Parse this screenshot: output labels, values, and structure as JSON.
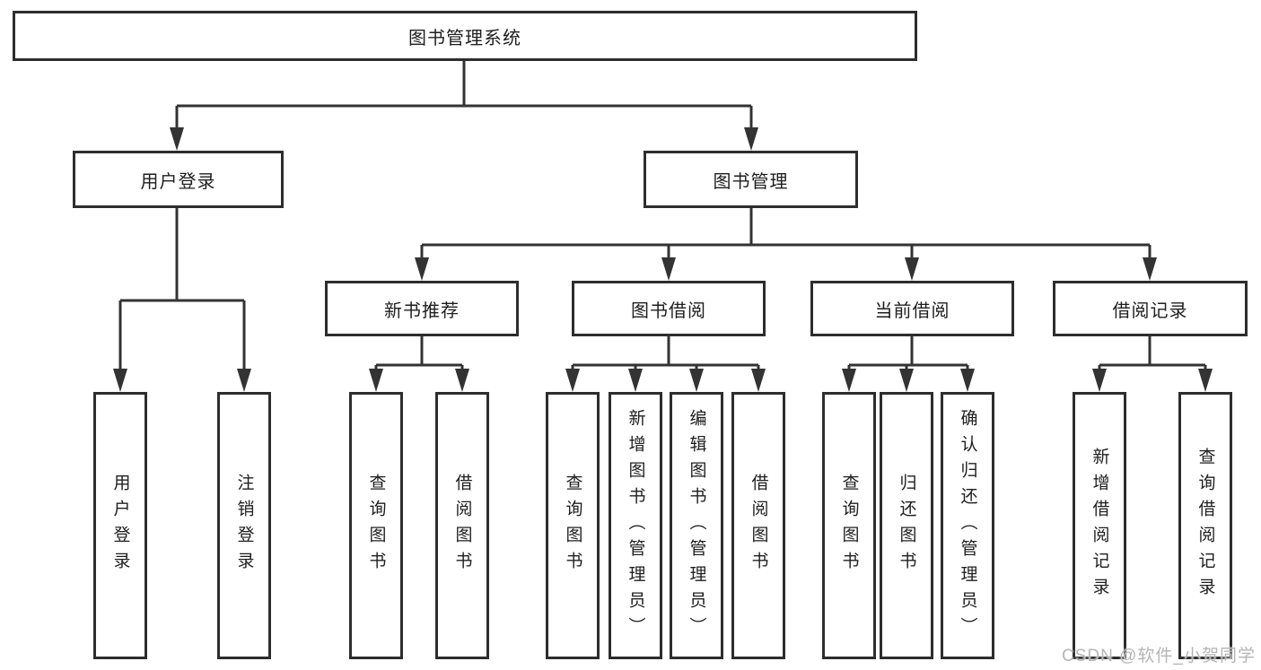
{
  "tree": {
    "root": {
      "label": "图书管理系统"
    },
    "children": [
      {
        "label": "用户登录",
        "children": [
          {
            "label": "用户登录"
          },
          {
            "label": "注销登录"
          }
        ]
      },
      {
        "label": "图书管理",
        "children": [
          {
            "label": "新书推荐",
            "children": [
              {
                "label": "查询图书"
              },
              {
                "label": "借阅图书"
              }
            ]
          },
          {
            "label": "图书借阅",
            "children": [
              {
                "label": "查询图书"
              },
              {
                "label": "新增图书（管理员）"
              },
              {
                "label": "编辑图书（管理员）"
              },
              {
                "label": "借阅图书"
              }
            ]
          },
          {
            "label": "当前借阅",
            "children": [
              {
                "label": "查询图书"
              },
              {
                "label": "归还图书"
              },
              {
                "label": "确认归还（管理员）"
              }
            ]
          },
          {
            "label": "借阅记录",
            "children": [
              {
                "label": "新增借阅记录"
              },
              {
                "label": "查询借阅记录"
              }
            ]
          }
        ]
      }
    ]
  },
  "watermark": {
    "text": "CSDN @软件_小贺同学",
    "color": "#b5b5b5"
  },
  "colors": {
    "line": "#333333",
    "box_border": "#2d2d2d",
    "text": "#1e1e1e",
    "background": "#ffffff"
  }
}
